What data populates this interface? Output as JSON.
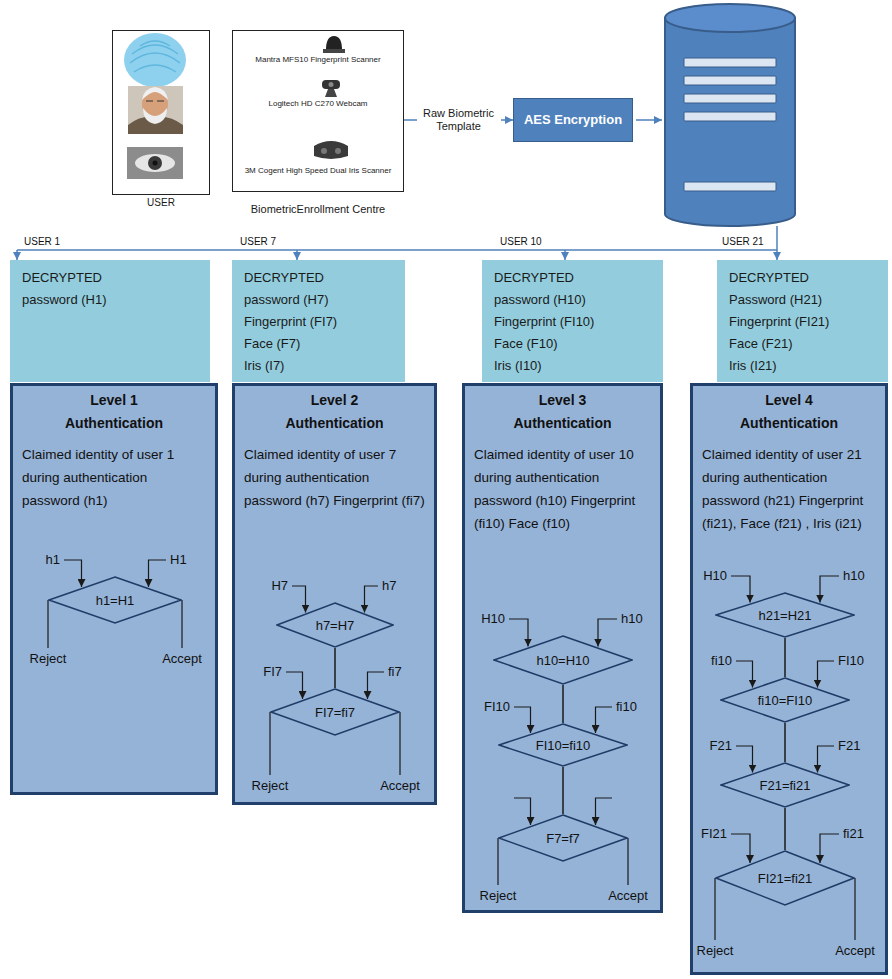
{
  "diagram": {
    "nodes": [
      {
        "text": [
          "USER"
        ]
      },
      {
        "text": [
          "Mantra MFS10 Fingerprint Scanner",
          "Logitech HD C270 Webcam",
          "3M Cogent High Speed Dual Iris Scanner",
          "BiometricEnrollment Centre"
        ]
      },
      {
        "text": [
          "AES Encryption"
        ]
      },
      {
        "text": [
          "DECRYPTED",
          "password (H1)"
        ]
      },
      {
        "text": [
          "DECRYPTED",
          "password (H7)",
          "Fingerprint (FI7)",
          "Face (F7)",
          "Iris (I7)"
        ]
      },
      {
        "text": [
          "DECRYPTED",
          "password (H10)",
          "Fingerprint (FI10)",
          "Face (F10)",
          "Iris (I10)"
        ]
      },
      {
        "text": [
          "DECRYPTED",
          "Password (H21)",
          "Fingerprint (FI21)",
          "Face (F21)",
          "Iris (I21)"
        ]
      },
      {
        "text": [
          "Level 1 Authentication",
          "Claimed identity of user 1 during authentication password (h1)"
        ]
      },
      {
        "text": [
          "h1=H1"
        ],
        "in": 7
      },
      {
        "text": [
          "Level 2 Authentication",
          "Claimed identity of user 7 during authentication password (h7) Fingerprint (fi7)"
        ]
      },
      {
        "text": [
          "h7=H7"
        ],
        "in": 9
      },
      {
        "text": [
          "FI7=fi7"
        ],
        "in": 9
      },
      {
        "text": [
          "Level 3 Authentication",
          "Claimed identity of user 10 during authentication password (h10) Fingerprint (fi10) Face (f10)"
        ]
      },
      {
        "text": [
          "h10=H10"
        ],
        "in": 12
      },
      {
        "text": [
          "FI10=fi10"
        ],
        "in": 12
      },
      {
        "text": [
          "F7=f7"
        ],
        "in": 12
      },
      {
        "text": [
          "Level 4 Authentication",
          "Claimed identity of user 21 during authentication password (h21) Fingerprint (fi21), Face (f21) , Iris (i21)"
        ]
      },
      {
        "text": [
          "h21=H21"
        ],
        "in": 16
      },
      {
        "text": [
          "fi10=FI10"
        ],
        "in": 16
      },
      {
        "text": [
          "F21=fi21"
        ],
        "in": 16
      },
      {
        "text": [
          "FI21=fi21"
        ],
        "in": 16
      }
    ],
    "edges": [
      {
        "from": 1,
        "to": 2,
        "arrow": "to",
        "label": "Raw Biometric Template"
      },
      {
        "from": 10,
        "to": 11,
        "arrow": "none"
      },
      {
        "from": 13,
        "to": 14,
        "arrow": "none"
      },
      {
        "from": 14,
        "to": 15,
        "arrow": "none"
      },
      {
        "from": 17,
        "to": 18,
        "arrow": "none"
      },
      {
        "from": 18,
        "to": 19,
        "arrow": "none"
      },
      {
        "from": 19,
        "to": 20,
        "arrow": "none"
      }
    ],
    "labels": [
      "USER 1",
      "USER 7",
      "USER 10",
      "USER 21",
      "h1",
      "H1",
      "Reject",
      "Accept",
      "H7",
      "h7",
      "FI7",
      "fi7",
      "Reject",
      "Accept",
      "H10",
      "h10",
      "FI10",
      "fi10",
      "Reject",
      "Accept",
      "H10",
      "h10",
      "fi10",
      "FI10",
      "F21",
      "F21",
      "FI21",
      "fi21",
      "Reject",
      "Accept"
    ]
  }
}
